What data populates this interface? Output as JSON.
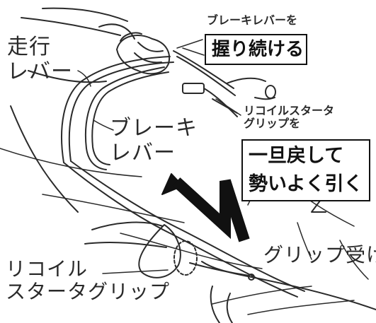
{
  "labels": {
    "travel_lever_1": "走行",
    "travel_lever_2": "レバー",
    "brake_lever_1": "ブレーキ",
    "brake_lever_2": "レバー",
    "brake_hold_caption": "ブレーキレバーを",
    "brake_hold_box": "握り続ける",
    "recoil_caption_1": "リコイルスタータ",
    "recoil_caption_2": "グリップを",
    "pull_box_1": "一旦戻して",
    "pull_box_2": "勢いよく引く",
    "grip_holder": "グリップ受け",
    "recoil_grip_1": "リコイル",
    "recoil_grip_2": "スタータグリップ"
  },
  "colors": {
    "line": "#2a2a2a",
    "arrow": "#111111",
    "background": "#ffffff"
  },
  "icons": [
    "pull-direction-arrow"
  ]
}
